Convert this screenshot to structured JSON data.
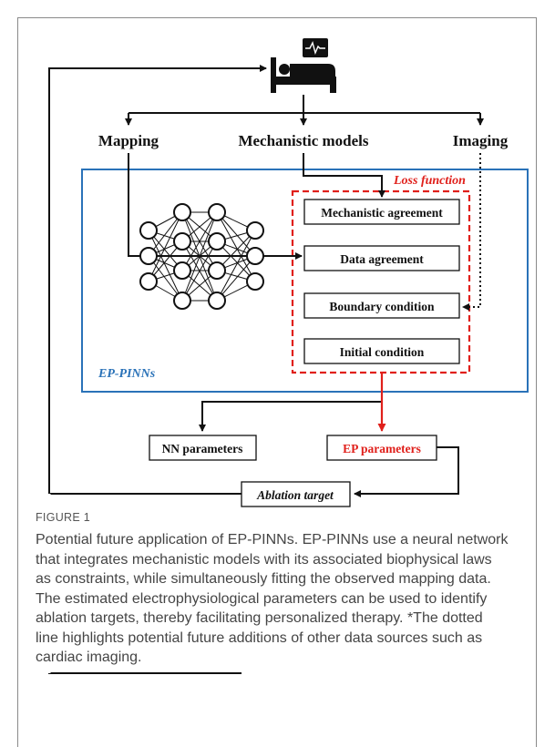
{
  "diagram": {
    "sources": [
      "Mapping",
      "Mechanistic models",
      "Imaging"
    ],
    "loss_function_label": "Loss function",
    "loss_terms": [
      "Mechanistic agreement",
      "Data agreement",
      "Boundary condition",
      "Initial condition"
    ],
    "model_label": "EP-PINNs",
    "outputs": [
      "NN parameters",
      "EP parameters"
    ],
    "ablation_label": "Ablation target",
    "colors": {
      "blue_box": "#2a72b8",
      "red": "#e0201b",
      "black": "#111111"
    },
    "icons": [
      "patient-bed-icon",
      "heart-monitor-icon",
      "neural-network-icon"
    ]
  },
  "caption": {
    "label": "FIGURE 1",
    "text": "Potential future application of EP-PINNs. EP-PINNs use a neural network that integrates mechanistic models with its associated biophysical laws as constraints, while simultaneously fitting the observed mapping data. The estimated electrophysiological parameters can be used to identify ablation targets, thereby facilitating personalized therapy. *The dotted line highlights potential future additions of other data sources such as cardiac imaging."
  }
}
